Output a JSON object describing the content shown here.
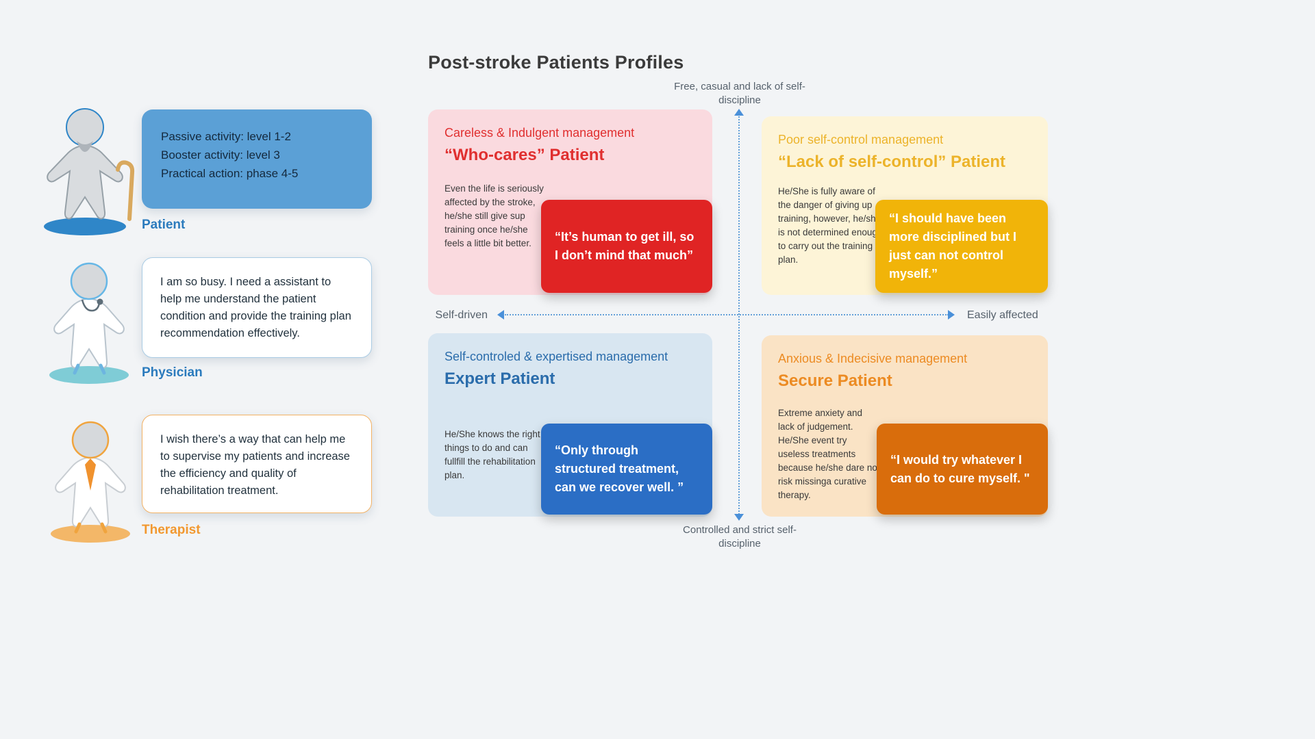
{
  "title": "Post-stroke Patients Profiles",
  "personas": [
    {
      "label": "Patient",
      "accent": "#2b7bbd",
      "lines": [
        "Passive activity: level 1-2",
        "Booster activity: level 3",
        "Practical action: phase 4-5"
      ]
    },
    {
      "label": "Physician",
      "accent": "#2b7bbd",
      "quote": "I am so busy. I need a assistant to help me understand the patient condition and provide the training plan recommendation effectively."
    },
    {
      "label": "Therapist",
      "accent": "#f2982f",
      "quote": "I wish there’s a way that can help me to supervise my patients and increase the efficiency and quality of rehabilitation treatment."
    }
  ],
  "axes": {
    "top": "Free, casual and lack of self-discipline",
    "bottom": "Controlled and strict self-discipline",
    "left": "Self-driven",
    "right": "Easily affected",
    "line_color": "#4a90d9"
  },
  "quadrants": [
    {
      "management": "Careless & Indulgent management",
      "title": "“Who-cares” Patient",
      "description": "Even the life is seriously affected by the stroke, he/she still give sup training once he/she feels a little bit better.",
      "quote": "“It’s human to get ill, so I don’t mind that much”",
      "bg": "#fadadf",
      "accent": "#e02f2f",
      "quote_bg": "#e02424"
    },
    {
      "management": "Poor self-control management",
      "title": "“Lack of self-control” Patient",
      "description": "He/She is fully aware of the danger of giving up training, however, he/she is not determined enough to carry out the training plan.",
      "quote": "“I should have been more disciplined but I just can not control myself.”",
      "bg": "#fdf4d7",
      "accent": "#ecb32a",
      "quote_bg": "#f1b409"
    },
    {
      "management": "Self-controled & expertised management",
      "title": "Expert Patient",
      "description": "He/She knows the right things to do and can fullfill the rehabilitation plan.",
      "quote": "“Only through structured treatment, can we recover well. ”",
      "bg": "#d8e6f1",
      "accent": "#2a6cab",
      "quote_bg": "#2b6ec5"
    },
    {
      "management": "Anxious & Indecisive management",
      "title": "Secure Patient",
      "description": "Extreme anxiety and lack of judgement. He/She event try useless treatments because he/she dare not risk missinga curative therapy.",
      "quote": "“I would try whatever I can do to cure myself. \"",
      "bg": "#fae3c5",
      "accent": "#ec8b23",
      "quote_bg": "#d96d0c"
    }
  ]
}
